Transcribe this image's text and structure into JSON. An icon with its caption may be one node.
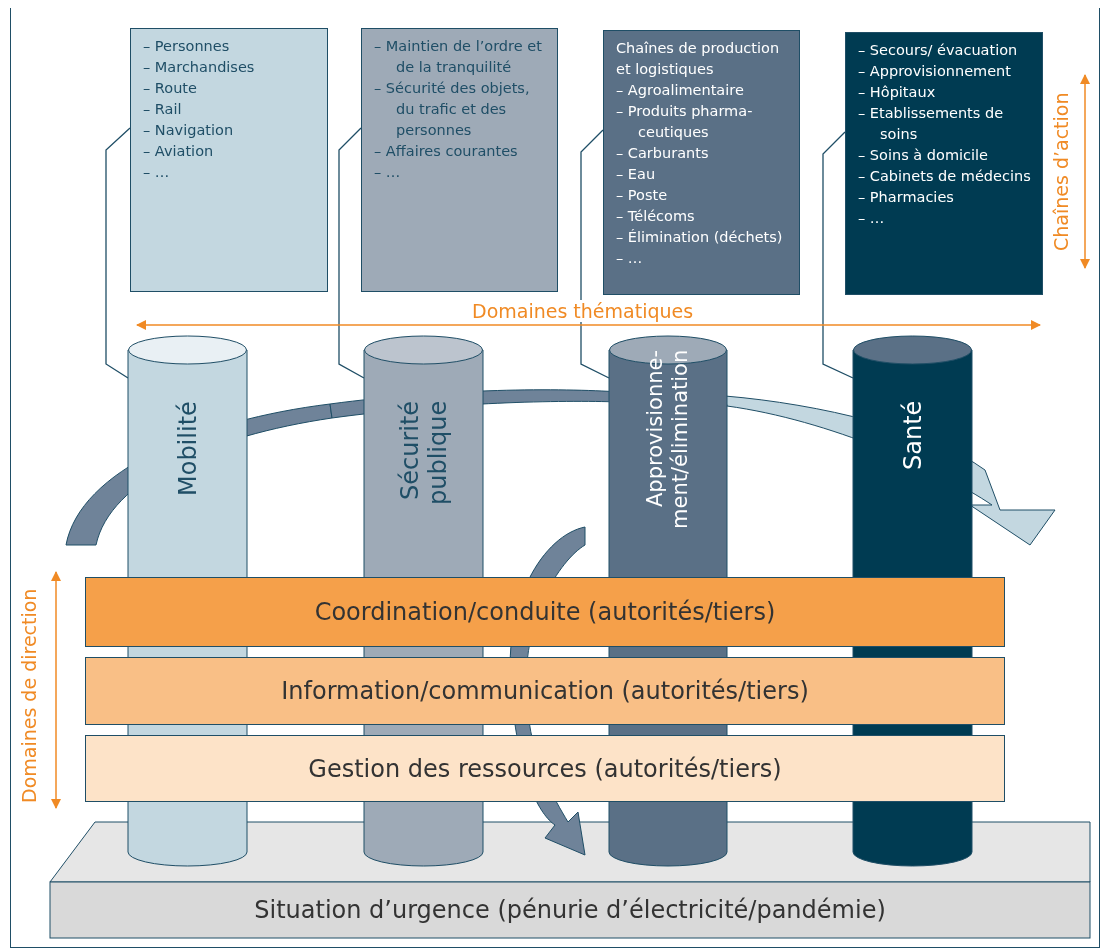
{
  "diagram": {
    "nodes": [
      {
        "text": [
          "– Personnes",
          "– Marchandises",
          "– Route",
          "– Rail",
          "– Navigation",
          "– Aviation",
          "– …"
        ]
      },
      {
        "text": [
          "– Maintien de l’ordre et de la tranquilité",
          "– Sécurité des objets, du trafic et des personnes",
          "– Affaires courantes",
          "– …"
        ]
      },
      {
        "text": [
          "Chaînes de production et logistiques",
          "– Agroalimentaire",
          "– Produits pharma- ceutiques",
          "– Carburants",
          "– Eau",
          "– Poste",
          "– Télécoms",
          "– Élimination (déchets)",
          "– …"
        ]
      },
      {
        "text": [
          "– Secours/ évacuation",
          "– Approvisionnement",
          "– Hôpitaux",
          "– Etablissements de soins",
          "– Soins à domicile",
          "– Cabinets de médecins",
          "– Pharmacies",
          "– …"
        ]
      },
      {
        "text": [
          "Mobilité"
        ]
      },
      {
        "text": [
          "Sécurité publique"
        ]
      },
      {
        "text": [
          "Approvisionne- ment/élimination"
        ]
      },
      {
        "text": [
          "Santé"
        ]
      },
      {
        "text": [
          "Coordination/conduite (autorités/tiers)"
        ]
      },
      {
        "text": [
          "Information/communication (autorités/tiers)"
        ]
      },
      {
        "text": [
          "Gestion des ressources (autorités/tiers)"
        ]
      },
      {
        "text": [
          "Situation d’urgence (pénurie d’électricité/pandémie)"
        ]
      }
    ],
    "edges": [
      {
        "from": 0,
        "to": 4,
        "arrow": "none"
      },
      {
        "from": 1,
        "to": 5,
        "arrow": "none"
      },
      {
        "from": 2,
        "to": 6,
        "arrow": "none"
      },
      {
        "from": 3,
        "to": 7,
        "arrow": "none"
      }
    ],
    "labels": [
      "Domaines thématiques",
      "Chaînes d’action",
      "Domaines de direction"
    ]
  }
}
